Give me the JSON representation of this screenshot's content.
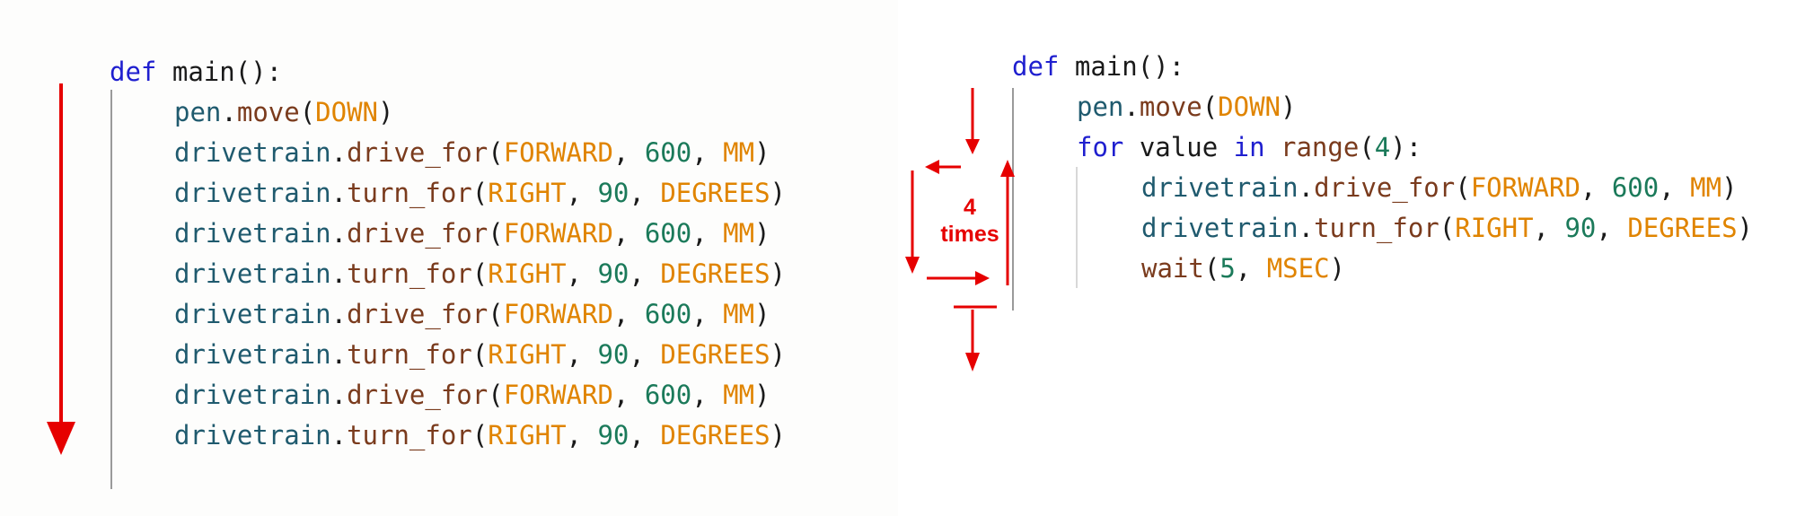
{
  "left_code": {
    "lines": [
      {
        "indent": 0,
        "tokens": [
          {
            "t": "def",
            "c": "kw"
          },
          {
            "t": " ",
            "c": "plain"
          },
          {
            "t": "main",
            "c": "plain"
          },
          {
            "t": "():",
            "c": "plain"
          }
        ]
      },
      {
        "indent": 1,
        "tokens": [
          {
            "t": "pen",
            "c": "mod"
          },
          {
            "t": ".",
            "c": "plain"
          },
          {
            "t": "move",
            "c": "fn"
          },
          {
            "t": "(",
            "c": "plain"
          },
          {
            "t": "DOWN",
            "c": "const"
          },
          {
            "t": ")",
            "c": "plain"
          }
        ]
      },
      {
        "indent": 1,
        "tokens": [
          {
            "t": "drivetrain",
            "c": "mod"
          },
          {
            "t": ".",
            "c": "plain"
          },
          {
            "t": "drive_for",
            "c": "fn"
          },
          {
            "t": "(",
            "c": "plain"
          },
          {
            "t": "FORWARD",
            "c": "const"
          },
          {
            "t": ", ",
            "c": "plain"
          },
          {
            "t": "600",
            "c": "num"
          },
          {
            "t": ", ",
            "c": "plain"
          },
          {
            "t": "MM",
            "c": "const"
          },
          {
            "t": ")",
            "c": "plain"
          }
        ]
      },
      {
        "indent": 1,
        "tokens": [
          {
            "t": "drivetrain",
            "c": "mod"
          },
          {
            "t": ".",
            "c": "plain"
          },
          {
            "t": "turn_for",
            "c": "fn"
          },
          {
            "t": "(",
            "c": "plain"
          },
          {
            "t": "RIGHT",
            "c": "const"
          },
          {
            "t": ", ",
            "c": "plain"
          },
          {
            "t": "90",
            "c": "num"
          },
          {
            "t": ", ",
            "c": "plain"
          },
          {
            "t": "DEGREES",
            "c": "const"
          },
          {
            "t": ")",
            "c": "plain"
          }
        ]
      },
      {
        "indent": 1,
        "tokens": [
          {
            "t": "drivetrain",
            "c": "mod"
          },
          {
            "t": ".",
            "c": "plain"
          },
          {
            "t": "drive_for",
            "c": "fn"
          },
          {
            "t": "(",
            "c": "plain"
          },
          {
            "t": "FORWARD",
            "c": "const"
          },
          {
            "t": ", ",
            "c": "plain"
          },
          {
            "t": "600",
            "c": "num"
          },
          {
            "t": ", ",
            "c": "plain"
          },
          {
            "t": "MM",
            "c": "const"
          },
          {
            "t": ")",
            "c": "plain"
          }
        ]
      },
      {
        "indent": 1,
        "tokens": [
          {
            "t": "drivetrain",
            "c": "mod"
          },
          {
            "t": ".",
            "c": "plain"
          },
          {
            "t": "turn_for",
            "c": "fn"
          },
          {
            "t": "(",
            "c": "plain"
          },
          {
            "t": "RIGHT",
            "c": "const"
          },
          {
            "t": ", ",
            "c": "plain"
          },
          {
            "t": "90",
            "c": "num"
          },
          {
            "t": ", ",
            "c": "plain"
          },
          {
            "t": "DEGREES",
            "c": "const"
          },
          {
            "t": ")",
            "c": "plain"
          }
        ]
      },
      {
        "indent": 1,
        "tokens": [
          {
            "t": "drivetrain",
            "c": "mod"
          },
          {
            "t": ".",
            "c": "plain"
          },
          {
            "t": "drive_for",
            "c": "fn"
          },
          {
            "t": "(",
            "c": "plain"
          },
          {
            "t": "FORWARD",
            "c": "const"
          },
          {
            "t": ", ",
            "c": "plain"
          },
          {
            "t": "600",
            "c": "num"
          },
          {
            "t": ", ",
            "c": "plain"
          },
          {
            "t": "MM",
            "c": "const"
          },
          {
            "t": ")",
            "c": "plain"
          }
        ]
      },
      {
        "indent": 1,
        "tokens": [
          {
            "t": "drivetrain",
            "c": "mod"
          },
          {
            "t": ".",
            "c": "plain"
          },
          {
            "t": "turn_for",
            "c": "fn"
          },
          {
            "t": "(",
            "c": "plain"
          },
          {
            "t": "RIGHT",
            "c": "const"
          },
          {
            "t": ", ",
            "c": "plain"
          },
          {
            "t": "90",
            "c": "num"
          },
          {
            "t": ", ",
            "c": "plain"
          },
          {
            "t": "DEGREES",
            "c": "const"
          },
          {
            "t": ")",
            "c": "plain"
          }
        ]
      },
      {
        "indent": 1,
        "tokens": [
          {
            "t": "drivetrain",
            "c": "mod"
          },
          {
            "t": ".",
            "c": "plain"
          },
          {
            "t": "drive_for",
            "c": "fn"
          },
          {
            "t": "(",
            "c": "plain"
          },
          {
            "t": "FORWARD",
            "c": "const"
          },
          {
            "t": ", ",
            "c": "plain"
          },
          {
            "t": "600",
            "c": "num"
          },
          {
            "t": ", ",
            "c": "plain"
          },
          {
            "t": "MM",
            "c": "const"
          },
          {
            "t": ")",
            "c": "plain"
          }
        ]
      },
      {
        "indent": 1,
        "tokens": [
          {
            "t": "drivetrain",
            "c": "mod"
          },
          {
            "t": ".",
            "c": "plain"
          },
          {
            "t": "turn_for",
            "c": "fn"
          },
          {
            "t": "(",
            "c": "plain"
          },
          {
            "t": "RIGHT",
            "c": "const"
          },
          {
            "t": ", ",
            "c": "plain"
          },
          {
            "t": "90",
            "c": "num"
          },
          {
            "t": ", ",
            "c": "plain"
          },
          {
            "t": "DEGREES",
            "c": "const"
          },
          {
            "t": ")",
            "c": "plain"
          }
        ]
      }
    ]
  },
  "right_code": {
    "lines": [
      {
        "indent": 0,
        "tokens": [
          {
            "t": "def",
            "c": "kw"
          },
          {
            "t": " ",
            "c": "plain"
          },
          {
            "t": "main",
            "c": "plain"
          },
          {
            "t": "():",
            "c": "plain"
          }
        ]
      },
      {
        "indent": 1,
        "tokens": [
          {
            "t": "pen",
            "c": "mod"
          },
          {
            "t": ".",
            "c": "plain"
          },
          {
            "t": "move",
            "c": "fn"
          },
          {
            "t": "(",
            "c": "plain"
          },
          {
            "t": "DOWN",
            "c": "const"
          },
          {
            "t": ")",
            "c": "plain"
          }
        ]
      },
      {
        "indent": 1,
        "tokens": [
          {
            "t": "for",
            "c": "kw"
          },
          {
            "t": " value ",
            "c": "plain"
          },
          {
            "t": "in",
            "c": "kw"
          },
          {
            "t": " ",
            "c": "plain"
          },
          {
            "t": "range",
            "c": "fn"
          },
          {
            "t": "(",
            "c": "plain"
          },
          {
            "t": "4",
            "c": "num"
          },
          {
            "t": "):",
            "c": "plain"
          }
        ]
      },
      {
        "indent": 2,
        "tokens": [
          {
            "t": "drivetrain",
            "c": "mod"
          },
          {
            "t": ".",
            "c": "plain"
          },
          {
            "t": "drive_for",
            "c": "fn"
          },
          {
            "t": "(",
            "c": "plain"
          },
          {
            "t": "FORWARD",
            "c": "const"
          },
          {
            "t": ", ",
            "c": "plain"
          },
          {
            "t": "600",
            "c": "num"
          },
          {
            "t": ", ",
            "c": "plain"
          },
          {
            "t": "MM",
            "c": "const"
          },
          {
            "t": ")",
            "c": "plain"
          }
        ]
      },
      {
        "indent": 2,
        "tokens": [
          {
            "t": "drivetrain",
            "c": "mod"
          },
          {
            "t": ".",
            "c": "plain"
          },
          {
            "t": "turn_for",
            "c": "fn"
          },
          {
            "t": "(",
            "c": "plain"
          },
          {
            "t": "RIGHT",
            "c": "const"
          },
          {
            "t": ", ",
            "c": "plain"
          },
          {
            "t": "90",
            "c": "num"
          },
          {
            "t": ", ",
            "c": "plain"
          },
          {
            "t": "DEGREES",
            "c": "const"
          },
          {
            "t": ")",
            "c": "plain"
          }
        ]
      },
      {
        "indent": 2,
        "tokens": [
          {
            "t": "wait",
            "c": "fn"
          },
          {
            "t": "(",
            "c": "plain"
          },
          {
            "t": "5",
            "c": "num"
          },
          {
            "t": ", ",
            "c": "plain"
          },
          {
            "t": "MSEC",
            "c": "const"
          },
          {
            "t": ")",
            "c": "plain"
          }
        ]
      }
    ]
  },
  "loop_annotation": {
    "count": "4",
    "label": "times"
  },
  "colors": {
    "keyword": "#1f1fcf",
    "function": "#7a3b1d",
    "module": "#1f5a6e",
    "constant": "#e08400",
    "number": "#1b7a5a",
    "arrow": "#e60000"
  }
}
